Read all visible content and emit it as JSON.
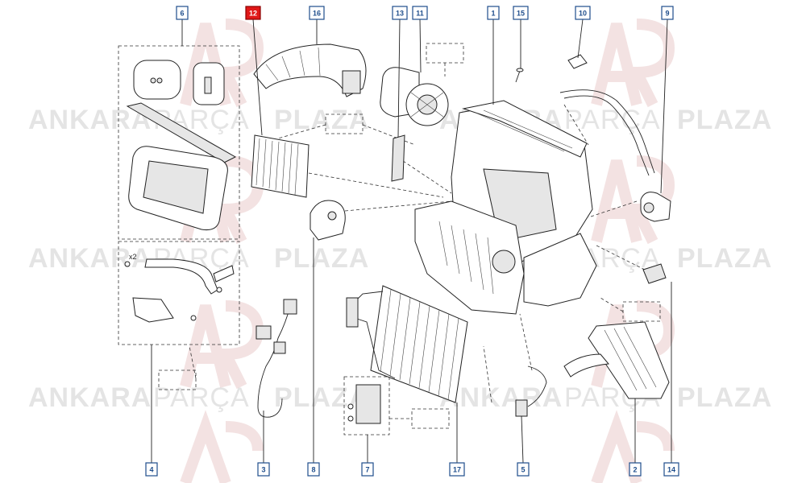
{
  "watermark": {
    "word1": "ANKARA",
    "word2": "PARÇA",
    "word3": "PLAZA"
  },
  "colors": {
    "callout": "#1f4e8c",
    "highlight": "#e01818",
    "line": "#222222"
  },
  "callouts": [
    {
      "id": "c6",
      "label": "6",
      "highlighted": false
    },
    {
      "id": "c12",
      "label": "12",
      "highlighted": true
    },
    {
      "id": "c16",
      "label": "16",
      "highlighted": false
    },
    {
      "id": "c13",
      "label": "13",
      "highlighted": false
    },
    {
      "id": "c11",
      "label": "11",
      "highlighted": false
    },
    {
      "id": "c1",
      "label": "1",
      "highlighted": false
    },
    {
      "id": "c15",
      "label": "15",
      "highlighted": false
    },
    {
      "id": "c10",
      "label": "10",
      "highlighted": false
    },
    {
      "id": "c9",
      "label": "9",
      "highlighted": false
    },
    {
      "id": "c4",
      "label": "4",
      "highlighted": false
    },
    {
      "id": "c3",
      "label": "3",
      "highlighted": false
    },
    {
      "id": "c8",
      "label": "8",
      "highlighted": false
    },
    {
      "id": "c7",
      "label": "7",
      "highlighted": false
    },
    {
      "id": "c17",
      "label": "17",
      "highlighted": false
    },
    {
      "id": "c5",
      "label": "5",
      "highlighted": false
    },
    {
      "id": "c2",
      "label": "2",
      "highlighted": false
    },
    {
      "id": "c14",
      "label": "14",
      "highlighted": false
    }
  ],
  "annotations": {
    "x2": "x2"
  }
}
